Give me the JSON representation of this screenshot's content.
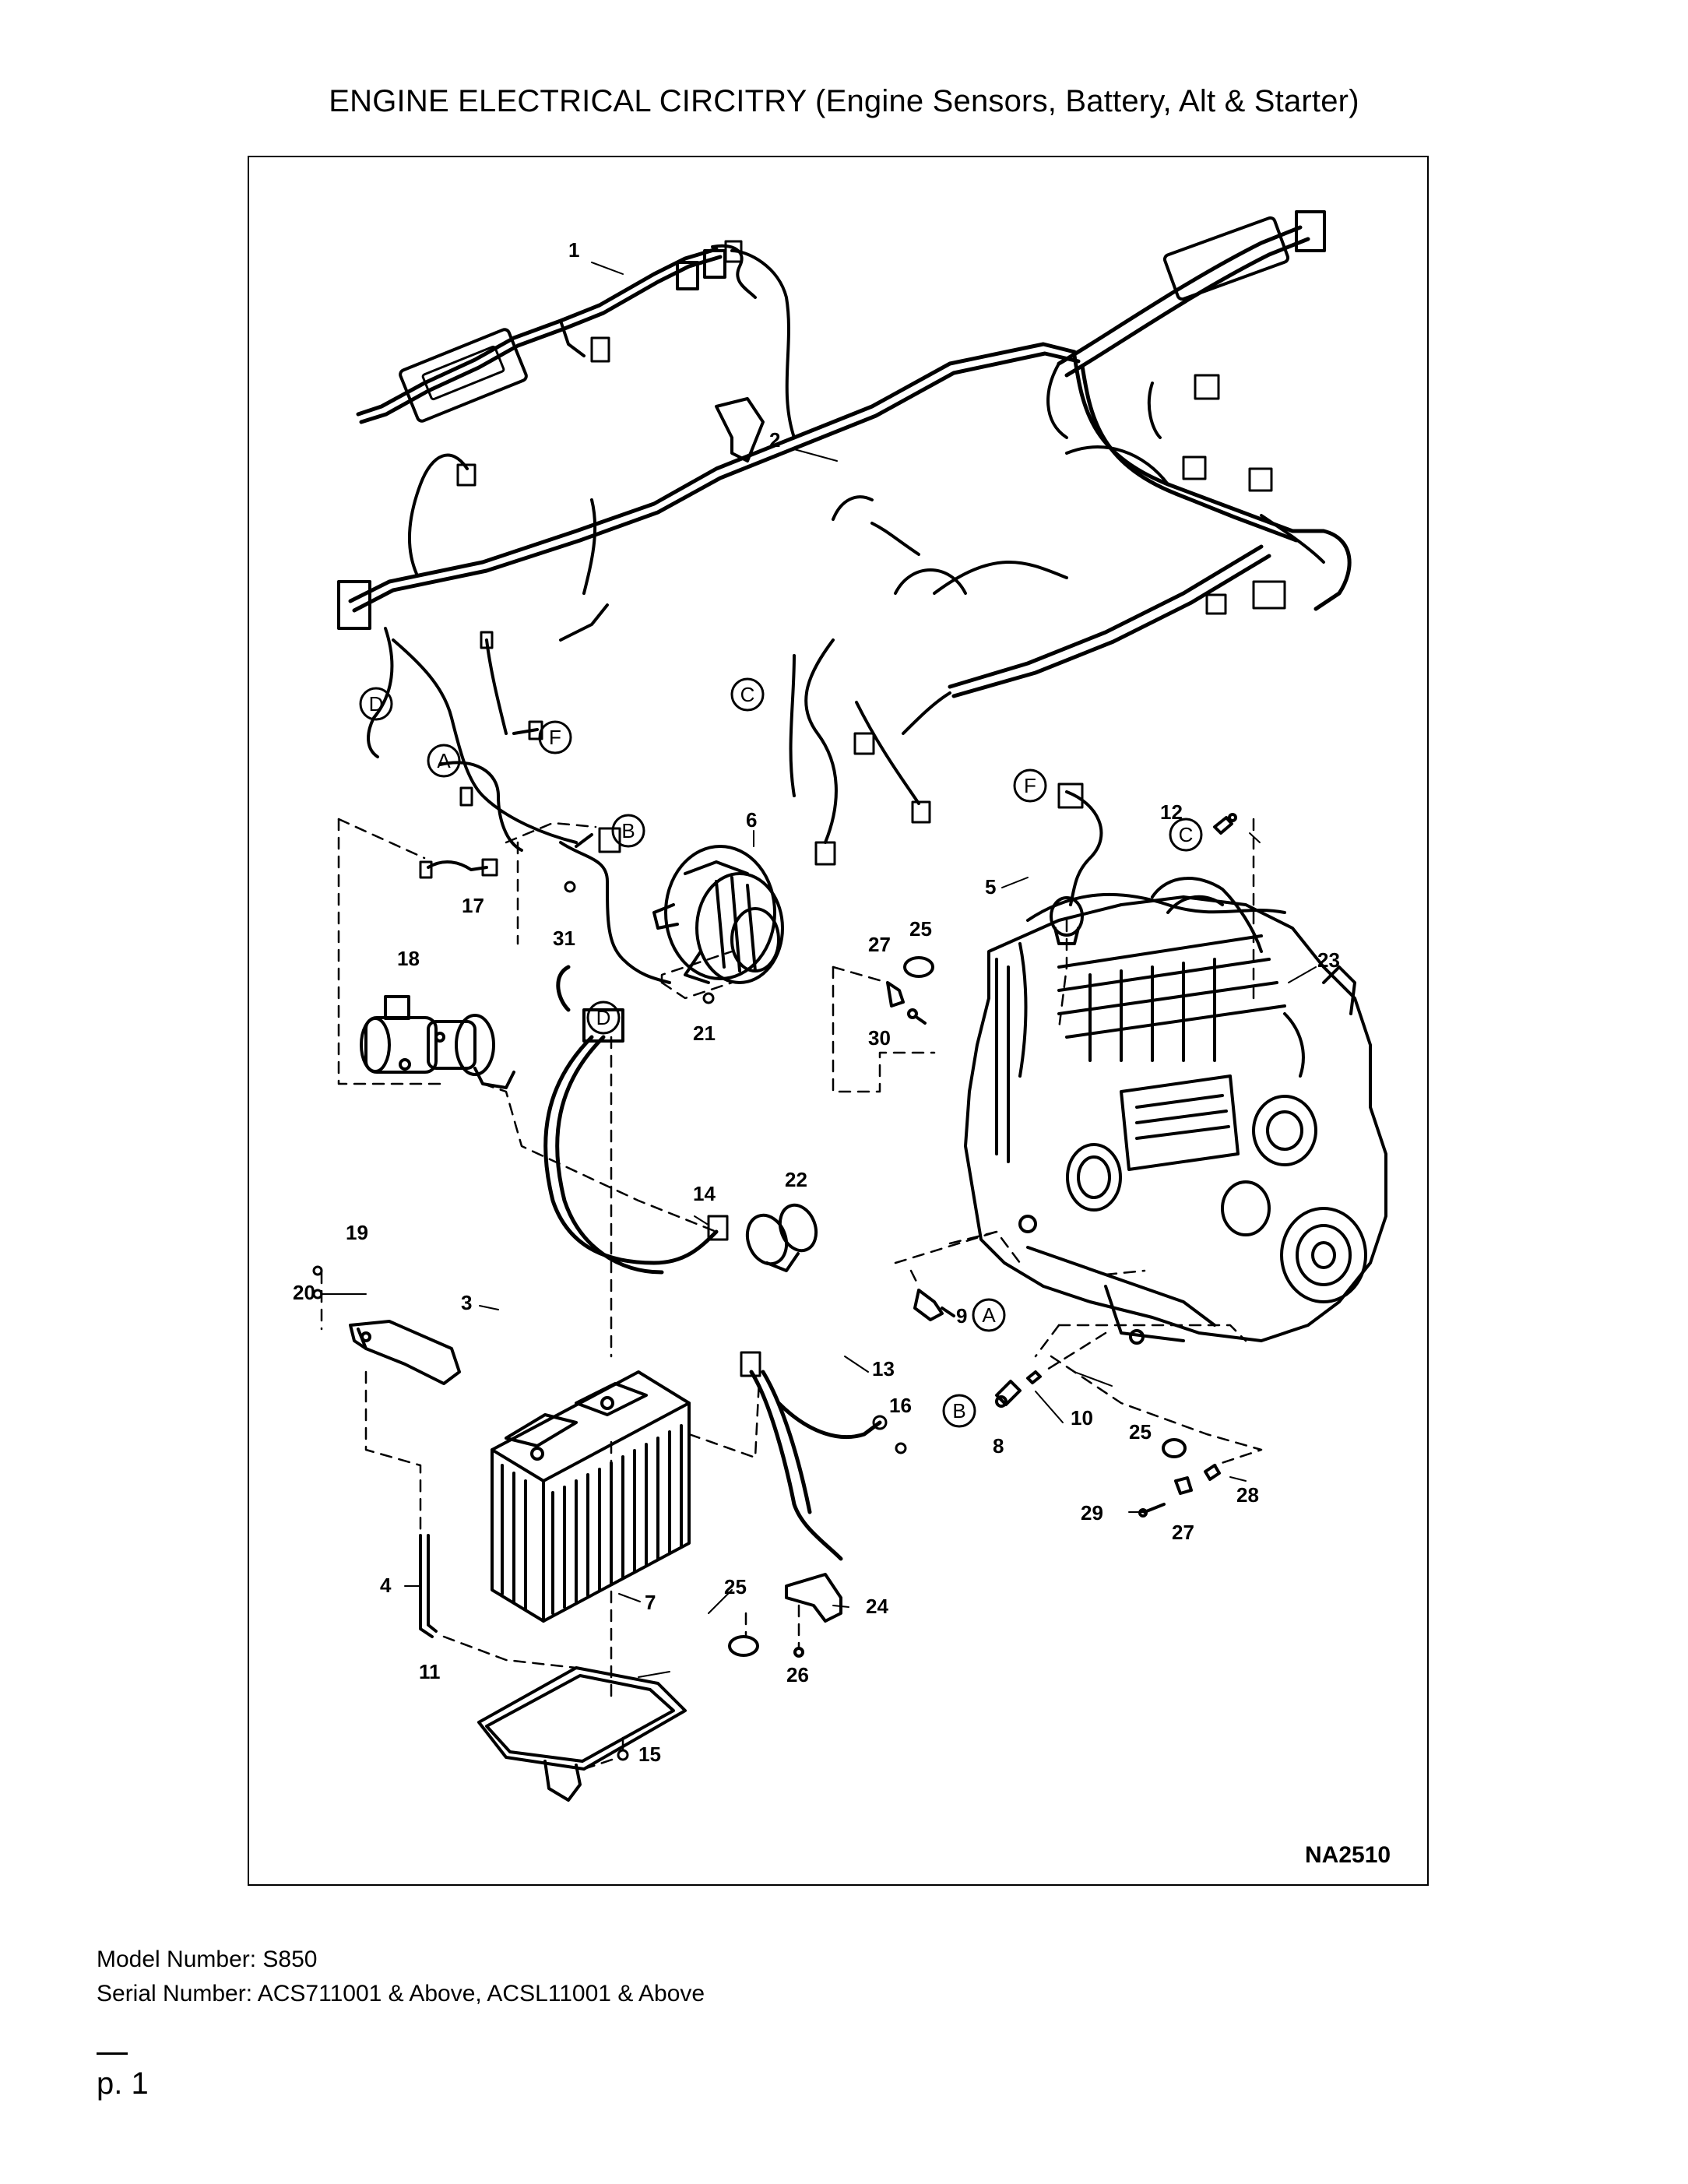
{
  "page": {
    "title": "ENGINE ELECTRICAL CIRCITRY (Engine Sensors, Battery, Alt & Starter)",
    "diagram_code": "NA2510",
    "model_number": "Model Number: S850",
    "serial_number": "Serial Number: ACS711001 & Above, ACSL11001 & Above",
    "page_number": "p. 1"
  },
  "callouts": {
    "c1": "1",
    "c2": "2",
    "c3": "3",
    "c4": "4",
    "c5": "5",
    "c6": "6",
    "c7": "7",
    "c8": "8",
    "c9": "9",
    "c10": "10",
    "c11": "11",
    "c12": "12",
    "c13": "13",
    "c14": "14",
    "c15": "15",
    "c16": "16",
    "c17": "17",
    "c18": "18",
    "c19": "19",
    "c20": "20",
    "c21": "21",
    "c22": "22",
    "c23": "23",
    "c24": "24",
    "c25a": "25",
    "c25b": "25",
    "c25c": "25",
    "c26": "26",
    "c27a": "27",
    "c27b": "27",
    "c28": "28",
    "c29": "29",
    "c30": "30",
    "c31": "31"
  },
  "connector_letters": {
    "A1": "A",
    "A2": "A",
    "B1": "B",
    "B2": "B",
    "C1": "C",
    "C2": "C",
    "D1": "D",
    "D2": "D",
    "F1": "F",
    "F2": "F"
  }
}
